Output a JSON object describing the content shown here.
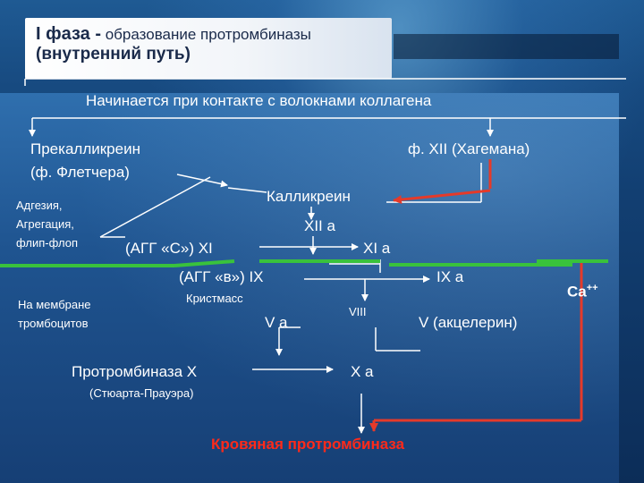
{
  "title": {
    "line1_main": "I фаза -",
    "line1_sub": " образование протромбиназы",
    "line2": "(внутренний путь)"
  },
  "diagram": {
    "start_text": "Начинается при контакте с волокнами коллагена",
    "prekallikrein_1": "Прекалликреин",
    "prekallikrein_2": "(ф. Флетчера)",
    "factor_xii": "ф. XII (Хагемана)",
    "adhesion_1": "Адгезия,",
    "adhesion_2": "Агрегация,",
    "adhesion_3": "флип-флоп",
    "kallikrein": "Калликреин",
    "xii_a": "XII а",
    "agg_c": "(АГГ «С») XI",
    "xi_a": "XI а",
    "agg_v": "(АГГ «в») IX",
    "ix_a": "IX а",
    "christmas": "Кристмасс",
    "membrane_1": "На мембране",
    "membrane_2": "тромбоцитов",
    "viii": "VIII",
    "v_a": "V а",
    "v_accelerin": "V (акцелерин)",
    "ca": "Ca",
    "ca_sup": "++",
    "prothrombinase_x": "Протромбиназа X",
    "stuart_prower": "(Стюарта-Прауэра)",
    "x_a": "X а",
    "blood_prothrombinase": "Кровяная протромбиназа"
  },
  "colors": {
    "background": "#163f75",
    "title_text": "#1a2a4a",
    "line_white": "#ffffff",
    "line_red": "#e53a2a",
    "membrane_green": "#39c23c",
    "result_red": "#ff2a1a"
  }
}
